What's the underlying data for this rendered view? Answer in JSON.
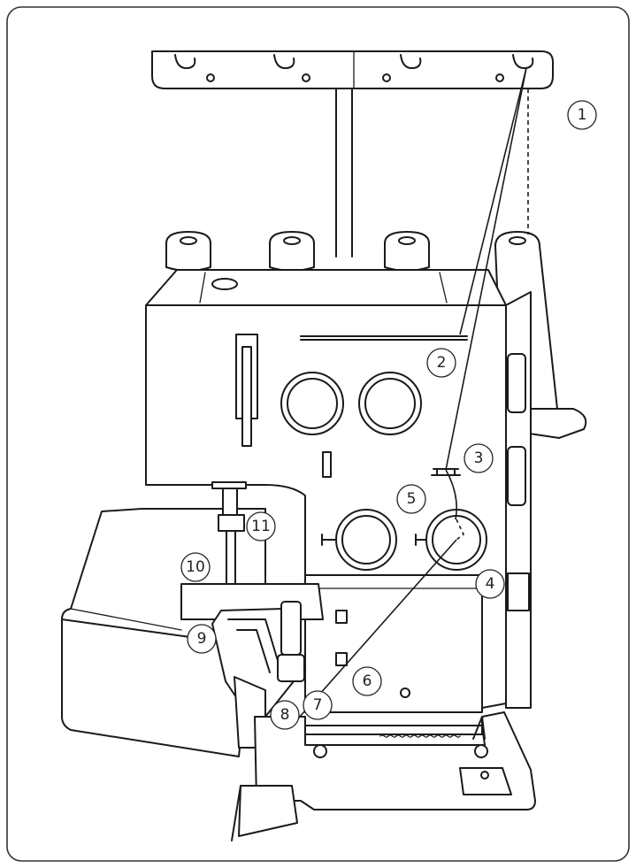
{
  "diagram": {
    "callouts": [
      {
        "id": "c1",
        "label": "1"
      },
      {
        "id": "c2",
        "label": "2"
      },
      {
        "id": "c3",
        "label": "3"
      },
      {
        "id": "c4",
        "label": "4"
      },
      {
        "id": "c5",
        "label": "5"
      },
      {
        "id": "c6",
        "label": "6"
      },
      {
        "id": "c7",
        "label": "7"
      },
      {
        "id": "c8",
        "label": "8"
      },
      {
        "id": "c9",
        "label": "9"
      },
      {
        "id": "c10",
        "label": "10"
      },
      {
        "id": "c11",
        "label": "11"
      }
    ]
  },
  "colors": {
    "line": "#1a1a1a",
    "frame": "#333333",
    "fill": "#ffffff"
  }
}
